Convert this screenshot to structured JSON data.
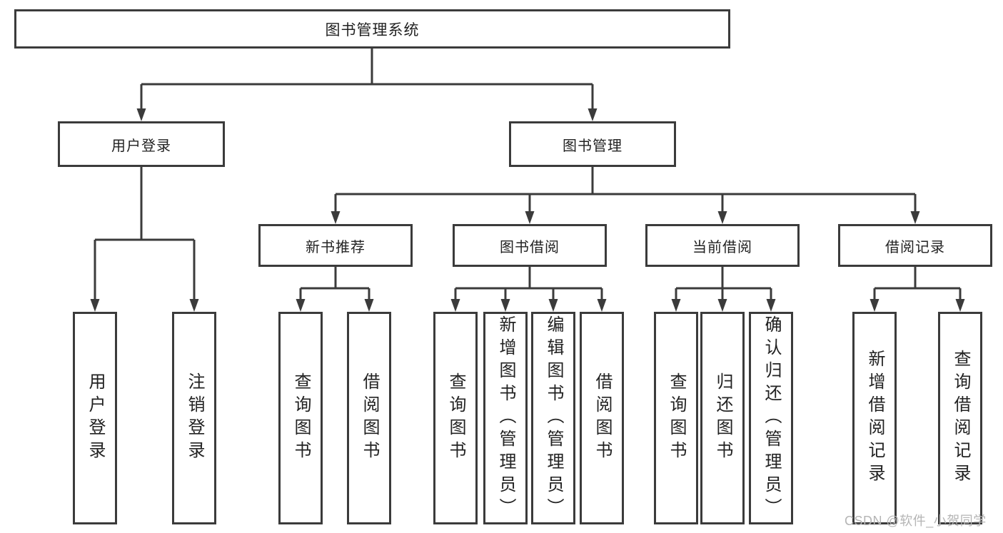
{
  "diagram": {
    "title": "图书管理系统",
    "root": {
      "label": "图书管理系统"
    },
    "level2": [
      {
        "id": "user-login",
        "label": "用户登录"
      },
      {
        "id": "book-management",
        "label": "图书管理"
      }
    ],
    "level3": [
      {
        "id": "new-book-recommend",
        "label": "新书推荐"
      },
      {
        "id": "book-borrow",
        "label": "图书借阅"
      },
      {
        "id": "current-borrow",
        "label": "当前借阅"
      },
      {
        "id": "borrow-records",
        "label": "借阅记录"
      }
    ],
    "leaves": {
      "user_login": [
        "用户登录",
        "注销登录"
      ],
      "new_book": [
        "查询图书",
        "借阅图书"
      ],
      "book_borrow": [
        "查询图书",
        "新增图书（管理员）",
        "编辑图书（管理员）",
        "借阅图书"
      ],
      "current_borrow": [
        "查询图书",
        "归还图书",
        "确认归还（管理员）"
      ],
      "borrow_records": [
        "新增借阅记录",
        "查询借阅记录"
      ]
    }
  },
  "watermark": "CSDN @软件_小贺同学",
  "colors": {
    "line": "#3b3b3b",
    "text": "#222222",
    "background": "#ffffff",
    "watermark": "#b5b5b5"
  }
}
